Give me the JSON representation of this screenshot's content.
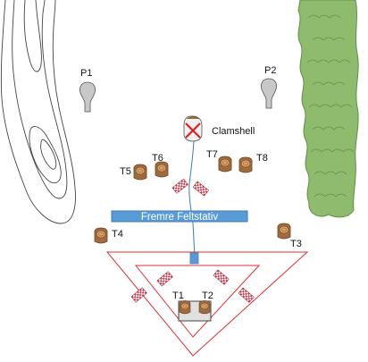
{
  "labels": {
    "p1": "P1",
    "p2": "P2",
    "clamshell": "Clamshell",
    "t1": "T1",
    "t2": "T2",
    "t3": "T3",
    "t4": "T4",
    "t5": "T5",
    "t6": "T6",
    "t7": "T7",
    "t8": "T8",
    "truss": "Fremre Feltstativ"
  },
  "colors": {
    "truss": "#5b9bd5",
    "truss_border": "#3d7dbd",
    "platform_outline": "#e03030",
    "flag": "#d23a4b",
    "tree": "#8fbc6c",
    "tree_dark": "#5e8f46",
    "stump": "#a06a3c",
    "stump_light": "#d9a46a",
    "pole": "#c8c8c8",
    "contour": "#444444",
    "crate": "#e0e0e0"
  },
  "icons": {
    "pole": "pole-icon",
    "clamshell": "clamshell-icon",
    "stump": "stump-icon",
    "flag": "flag-icon",
    "tree": "tree-icon",
    "crate": "crate-icon"
  }
}
